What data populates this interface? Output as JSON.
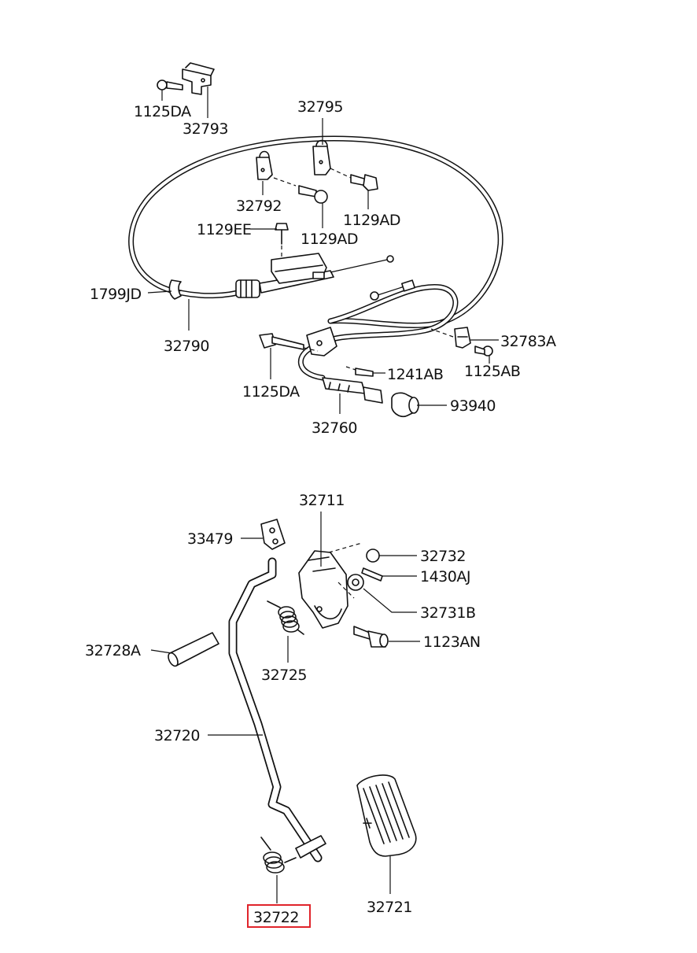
{
  "diagram": {
    "highlight_color": "#e0242b",
    "parts": [
      {
        "id": "p1125DA_top",
        "label": "1125DA"
      },
      {
        "id": "p32793",
        "label": "32793"
      },
      {
        "id": "p32795",
        "label": "32795"
      },
      {
        "id": "p32792",
        "label": "32792"
      },
      {
        "id": "p1129AD_right",
        "label": "1129AD"
      },
      {
        "id": "p1129EE",
        "label": "1129EE"
      },
      {
        "id": "p1129AD_left",
        "label": "1129AD"
      },
      {
        "id": "p1799JD",
        "label": "1799JD"
      },
      {
        "id": "p32790",
        "label": "32790"
      },
      {
        "id": "p32783A",
        "label": "32783A"
      },
      {
        "id": "p1125AB",
        "label": "1125AB"
      },
      {
        "id": "p1241AB",
        "label": "1241AB"
      },
      {
        "id": "p1125DA_mid",
        "label": "1125DA"
      },
      {
        "id": "p93940",
        "label": "93940"
      },
      {
        "id": "p32760",
        "label": "32760"
      },
      {
        "id": "p32711",
        "label": "32711"
      },
      {
        "id": "p33479",
        "label": "33479"
      },
      {
        "id": "p32732",
        "label": "32732"
      },
      {
        "id": "p1430AJ",
        "label": "1430AJ"
      },
      {
        "id": "p32731B",
        "label": "32731B"
      },
      {
        "id": "p1123AN",
        "label": "1123AN"
      },
      {
        "id": "p32728A",
        "label": "32728A"
      },
      {
        "id": "p32725",
        "label": "32725"
      },
      {
        "id": "p32720",
        "label": "32720"
      },
      {
        "id": "p32722",
        "label": "32722",
        "highlighted": true
      },
      {
        "id": "p32721",
        "label": "32721"
      }
    ]
  }
}
